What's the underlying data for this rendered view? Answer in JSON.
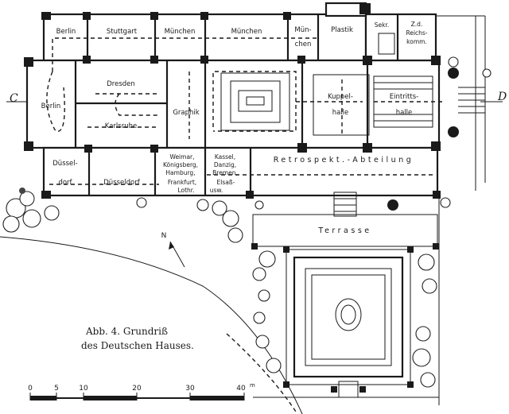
{
  "rooms": {
    "berlin_top": "Berlin",
    "stuttgart": "Stuttgart",
    "muenchen_1": "München",
    "muenchen_2": "München",
    "muenchen_3a": "Mün-",
    "muenchen_3b": "chen",
    "plastik": "Plastik",
    "sekr": "Sekr.",
    "reichskomm_1": "Z.d.",
    "reichskomm_2": "Reichs-",
    "reichskomm_3": "komm.",
    "berlin_left": "Berlin",
    "dresden": "Dresden",
    "karlsruhe": "Karlsruhe",
    "graphik": "Graphik",
    "kuppelhalle_1": "Kuppel-",
    "kuppelhalle_2": "halle",
    "eintrittshalle_1": "Eintritts-",
    "eintrittshalle_2": "halle",
    "duesseldorf_1": "Düssel-",
    "duesseldorf_2": "dorf",
    "duesseldorf_b": "Düsseldorf",
    "weimar_1": "Weimar,",
    "weimar_2": "Königsberg,",
    "weimar_3": "Hamburg,",
    "weimar_4": "Frankfurt,",
    "weimar_5": "Lothr.",
    "kassel_1": "Kassel,",
    "kassel_2": "Danzig,",
    "kassel_3": "Bremen,",
    "kassel_4": "Elsaß-",
    "kassel_5": "usw.",
    "retrospekt": "Retrospekt.-Abteilung",
    "terrasse": "Terrasse"
  },
  "markers": {
    "section_left": "C",
    "section_right": "D",
    "north": "N"
  },
  "caption": {
    "line1": "Abb. 4.  Grundriß",
    "line2": "des Deutschen Hauses."
  },
  "scale": {
    "t0": "0",
    "t5": "5",
    "t10": "10",
    "t20": "20",
    "t30": "30",
    "t40": "40",
    "unit": "m"
  }
}
